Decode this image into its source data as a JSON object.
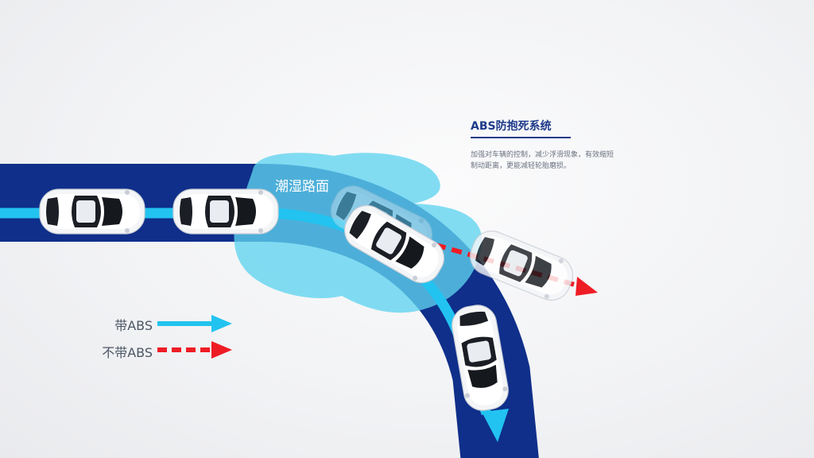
{
  "info": {
    "title": "ABS防抱死系统",
    "description": "加强对车辆的控制，减少浮滑现象，有效缩短制动距离，更能减轻轮胎磨损。"
  },
  "road": {
    "wet_label": "潮湿路面"
  },
  "legend": [
    {
      "label": "带ABS",
      "style": "solid",
      "color": "#22c3f0"
    },
    {
      "label": "不带ABS",
      "style": "dashed",
      "color": "#ee1c25"
    }
  ],
  "colors": {
    "road": "#0f2f8a",
    "wet_area": "#5fd3ef",
    "abs_path": "#22c3f0",
    "no_abs_path": "#ee1c25",
    "title": "#1e3a8a"
  },
  "icons": [
    "car-icon",
    "arrow-right-icon",
    "arrow-down-icon"
  ]
}
